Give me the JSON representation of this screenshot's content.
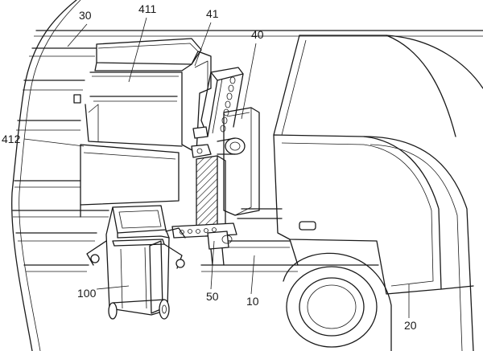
{
  "figure": {
    "labels": {
      "l30": "30",
      "l411": "411",
      "l41": "41",
      "l40": "40",
      "l412": "412",
      "l50": "50",
      "l10": "10",
      "l100": "100",
      "l20": "20"
    }
  }
}
